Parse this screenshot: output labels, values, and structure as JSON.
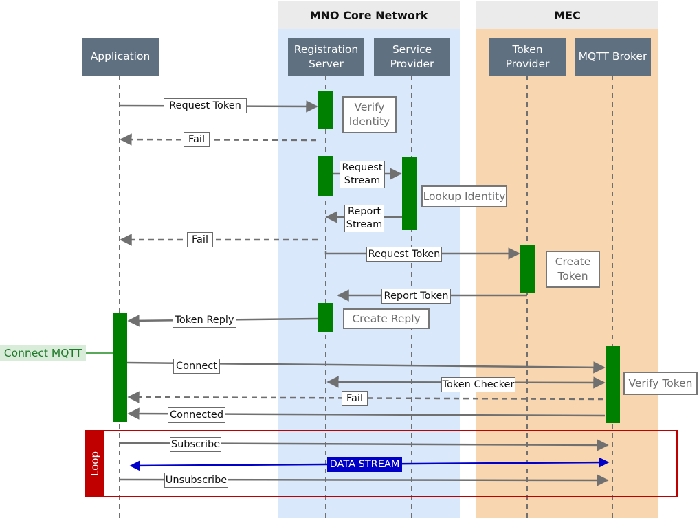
{
  "groups": {
    "mno": "MNO Core Network",
    "mec": "MEC"
  },
  "participants": {
    "application": "Application",
    "registration_server": "Registration\nServer",
    "service_provider": "Service\nProvider",
    "token_provider": "Token\nProvider",
    "mqtt_broker": "MQTT Broker"
  },
  "messages": {
    "request_token_1": "Request Token",
    "fail_1": "Fail",
    "request_stream": "Request\nStream",
    "report_stream": "Report\nStream",
    "fail_2": "Fail",
    "request_token_2": "Request Token",
    "report_token": "Report Token",
    "token_reply": "Token Reply",
    "connect": "Connect",
    "token_checker": "Token Checker",
    "fail_3": "Fail",
    "connected": "Connected",
    "subscribe": "Subscribe",
    "data_stream": "DATA STREAM",
    "unsubscribe": "Unsubscribe"
  },
  "notes": {
    "verify_identity": "Verify\nIdentity",
    "lookup_identity": "Lookup Identity",
    "create_token": "Create\nToken",
    "create_reply": "Create Reply",
    "verify_token": "Verify Token",
    "connect_mqtt": "Connect MQTT"
  },
  "loop": {
    "label": "Loop"
  },
  "colors": {
    "mno_zone": "#dae8fb",
    "mec_zone": "#f8d6b0",
    "actor": "#5f7081",
    "activation": "#008000",
    "arrow": "#707070",
    "loop_border": "#c00000",
    "data_stream": "#0000c8"
  }
}
